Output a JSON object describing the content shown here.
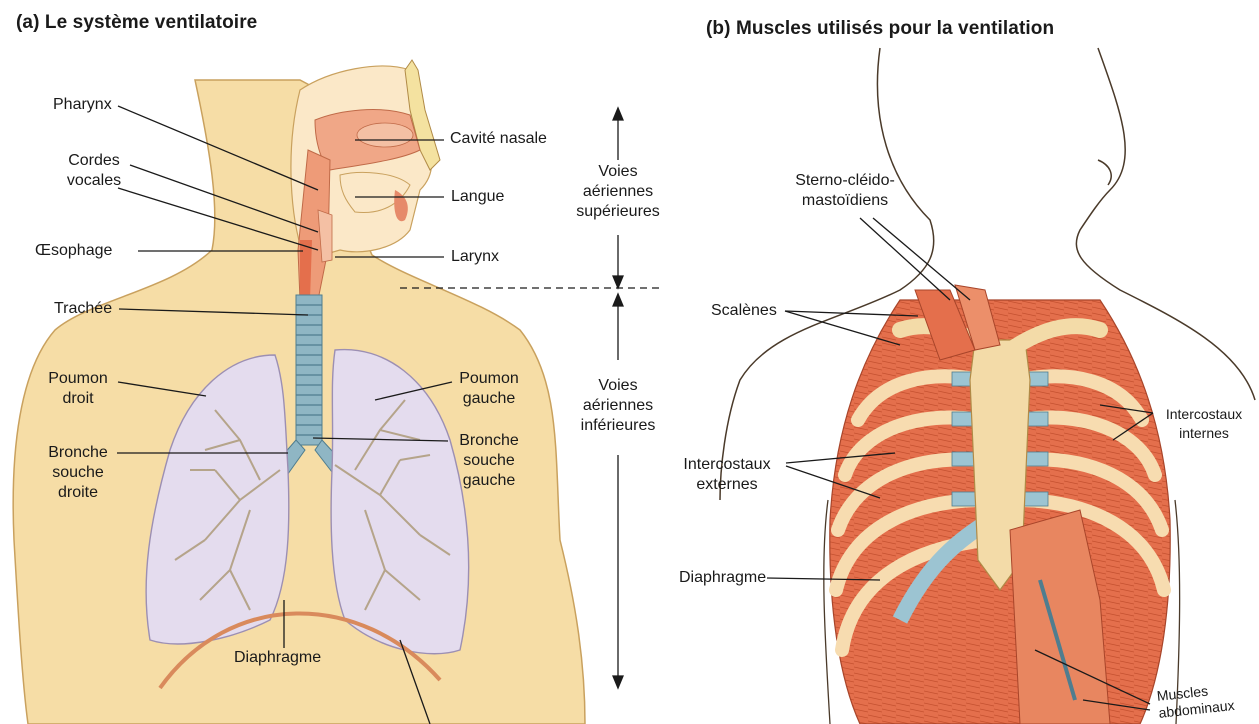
{
  "panel_a": {
    "title": "(a) Le système ventilatoire",
    "labels": {
      "pharynx": "Pharynx",
      "cordes_vocales": "Cordes\nvocales",
      "oesophage": "Œsophage",
      "trachee": "Trachée",
      "poumon_droit": "Poumon\ndroit",
      "bronche_droite": "Bronche\nsouche\ndroite",
      "cavite_nasale": "Cavité nasale",
      "langue": "Langue",
      "larynx": "Larynx",
      "poumon_gauche": "Poumon\ngauche",
      "bronche_gauche": "Bronche\nsouche\ngauche",
      "diaphragme": "Diaphragme"
    },
    "zones": {
      "superieures": "Voies\naériennes\nsupérieures",
      "inferieures": "Voies\naériennes\ninférieures"
    }
  },
  "panel_b": {
    "title": "(b) Muscles utilisés pour la ventilation",
    "labels": {
      "sterno": "Sterno-cléido-\nmastoïdiens",
      "scalenes": "Scalènes",
      "intercostaux_externes": "Intercostaux\nexternes",
      "intercostaux_internes": "Intercostaux\ninternes",
      "diaphragme": "Diaphragme",
      "abdominaux": "Muscles\nabdominaux"
    }
  },
  "colors": {
    "skin": "#f6dda6",
    "skin_outline": "#c9a15e",
    "airway": "#ee9b78",
    "trachea": "#8fb6c4",
    "lung": "#e4dcee",
    "bronchi": "#b5a48a",
    "muscle": "#e46f4c",
    "rib": "#f7dcb0",
    "cartilage": "#9cc4d2",
    "diaphragm": "#d98a5c"
  }
}
